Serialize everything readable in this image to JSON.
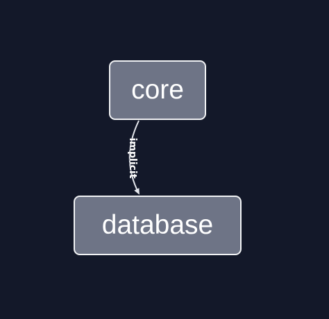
{
  "diagram": {
    "nodes": [
      {
        "id": "core",
        "label": "core"
      },
      {
        "id": "database",
        "label": "database"
      }
    ],
    "edges": [
      {
        "from": "core",
        "to": "database",
        "label": "implicit"
      }
    ]
  },
  "colors": {
    "background": "#131829",
    "node_fill": "#6e7486",
    "node_border": "#f2f3f5",
    "text": "#ffffff",
    "edge": "#e6e8ee"
  }
}
